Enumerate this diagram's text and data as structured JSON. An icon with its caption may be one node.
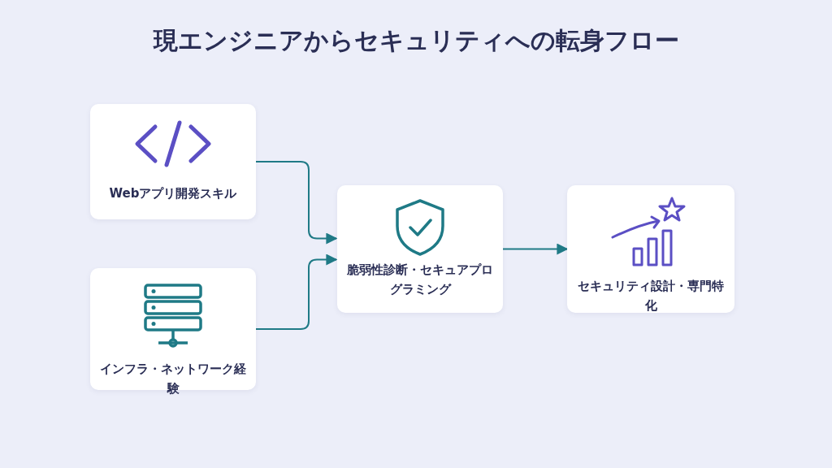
{
  "diagram": {
    "title": "現エンジニアからセキュリティへの転身フロー",
    "nodes": [
      {
        "text": [
          "Webアプリ開発スキル"
        ]
      },
      {
        "text": [
          "インフラ・ネットワーク経験"
        ]
      },
      {
        "text": [
          "脆弱性診断・セキュアプログラミング"
        ]
      },
      {
        "text": [
          "セキュリティ設計・専門特化"
        ]
      }
    ],
    "edges": [
      {
        "from": 0,
        "to": 2,
        "arrow": "to"
      },
      {
        "from": 1,
        "to": 2,
        "arrow": "to"
      },
      {
        "from": 2,
        "to": 3,
        "arrow": "to"
      }
    ]
  }
}
